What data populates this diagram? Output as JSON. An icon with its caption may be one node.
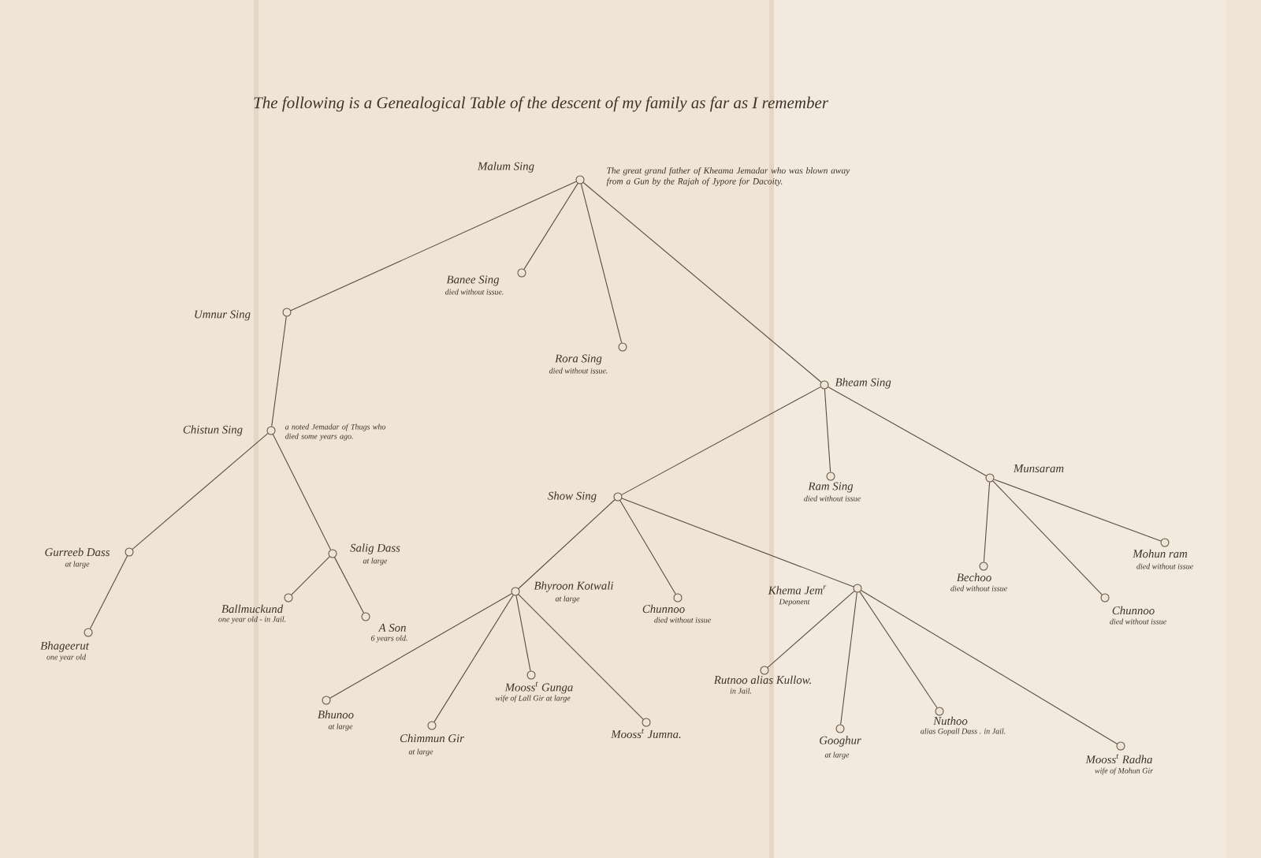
{
  "diagram": {
    "title": "The following is a Genealogical Table of the descent of my family as far as I remember",
    "nodes": [
      {
        "text": [],
        "shape": "circle",
        "beside": [
          "Malum Sing",
          "The great grand father of Kheama Jemadar who was blown away from a Gun by the Rajah of Jypore for Dacoity."
        ]
      },
      {
        "text": [],
        "shape": "circle",
        "beside": [
          "Banee Sing",
          "died without issue."
        ]
      },
      {
        "text": [],
        "shape": "circle",
        "beside": [
          "Rora Sing",
          "died without issue."
        ]
      },
      {
        "text": [],
        "shape": "circle",
        "beside": [
          "Umnur Sing"
        ]
      },
      {
        "text": [],
        "shape": "circle",
        "beside": [
          "Chistun Sing",
          "a noted Jemadar of Thugs who died some years ago."
        ]
      },
      {
        "text": [],
        "shape": "circle",
        "beside": [
          "Gurreeb Dass",
          "at large"
        ]
      },
      {
        "text": [],
        "shape": "circle",
        "beside": [
          "Bhageerut",
          "one year old"
        ]
      },
      {
        "text": [],
        "shape": "circle",
        "beside": [
          "Salig Dass",
          "at large"
        ]
      },
      {
        "text": [],
        "shape": "circle",
        "beside": [
          "Ballmuckund",
          "one year old - in Jail."
        ]
      },
      {
        "text": [],
        "shape": "circle",
        "beside": [
          "A Son",
          "6 years old."
        ]
      },
      {
        "text": [],
        "shape": "circle",
        "beside": [
          "Bheam Sing"
        ]
      },
      {
        "text": [],
        "shape": "circle",
        "beside": [
          "Show Sing"
        ]
      },
      {
        "text": [],
        "shape": "circle",
        "beside": [
          "Ram Sing",
          "died without issue"
        ]
      },
      {
        "text": [],
        "shape": "circle",
        "beside": [
          "Munsaram"
        ]
      },
      {
        "text": [],
        "shape": "circle",
        "beside": [
          "Bechoo",
          "died without issue"
        ]
      },
      {
        "text": [],
        "shape": "circle",
        "beside": [
          "Chunnoo",
          "died without issue"
        ]
      },
      {
        "text": [],
        "shape": "circle",
        "beside": [
          "Mohun ram",
          "died without issue"
        ]
      },
      {
        "text": [],
        "shape": "circle",
        "beside": [
          "Bhyroon Kotwali",
          "at large"
        ]
      },
      {
        "text": [],
        "shape": "circle",
        "beside": [
          "Chunnoo",
          "died without issue"
        ]
      },
      {
        "text": [],
        "shape": "circle",
        "beside": [
          "Khema Jem$^{r}$",
          "Deponent"
        ]
      },
      {
        "text": [],
        "shape": "circle",
        "beside": [
          "Bhunoo",
          "at large"
        ]
      },
      {
        "text": [],
        "shape": "circle",
        "beside": [
          "Chimmun Gir",
          "at large"
        ]
      },
      {
        "text": [],
        "shape": "circle",
        "beside": [
          "Mooss$^{t}$ Gunga",
          "wife of Lall Gir at large"
        ]
      },
      {
        "text": [],
        "shape": "circle",
        "beside": [
          "Mooss$^{t}$ Jumna."
        ]
      },
      {
        "text": [],
        "shape": "circle",
        "beside": [
          "Rutnoo alias Kullow.",
          "in Jail."
        ]
      },
      {
        "text": [],
        "shape": "circle",
        "beside": [
          "Googhur",
          "at large"
        ]
      },
      {
        "text": [],
        "shape": "circle",
        "beside": [
          "Nuthoo",
          "alias Gopall Dass . in Jail."
        ]
      },
      {
        "text": [],
        "shape": "circle",
        "beside": [
          "Mooss$^{t}$ Radha",
          "wife of Mohun Gir"
        ]
      }
    ],
    "edges": [
      {
        "from": 0,
        "to": 3,
        "arrow": "none"
      },
      {
        "from": 0,
        "to": 1,
        "arrow": "none"
      },
      {
        "from": 0,
        "to": 2,
        "arrow": "none"
      },
      {
        "from": 0,
        "to": 10,
        "arrow": "none"
      },
      {
        "from": 3,
        "to": 4,
        "arrow": "none"
      },
      {
        "from": 4,
        "to": 5,
        "arrow": "none"
      },
      {
        "from": 4,
        "to": 7,
        "arrow": "none"
      },
      {
        "from": 5,
        "to": 6,
        "arrow": "none"
      },
      {
        "from": 7,
        "to": 8,
        "arrow": "none"
      },
      {
        "from": 7,
        "to": 9,
        "arrow": "none"
      },
      {
        "from": 10,
        "to": 11,
        "arrow": "none"
      },
      {
        "from": 10,
        "to": 12,
        "arrow": "none"
      },
      {
        "from": 10,
        "to": 13,
        "arrow": "none"
      },
      {
        "from": 13,
        "to": 14,
        "arrow": "none"
      },
      {
        "from": 13,
        "to": 15,
        "arrow": "none"
      },
      {
        "from": 13,
        "to": 16,
        "arrow": "none"
      },
      {
        "from": 11,
        "to": 17,
        "arrow": "none"
      },
      {
        "from": 11,
        "to": 18,
        "arrow": "none"
      },
      {
        "from": 11,
        "to": 19,
        "arrow": "none"
      },
      {
        "from": 17,
        "to": 20,
        "arrow": "none"
      },
      {
        "from": 17,
        "to": 21,
        "arrow": "none"
      },
      {
        "from": 17,
        "to": 22,
        "arrow": "none"
      },
      {
        "from": 17,
        "to": 23,
        "arrow": "none"
      },
      {
        "from": 19,
        "to": 24,
        "arrow": "none"
      },
      {
        "from": 19,
        "to": 25,
        "arrow": "none"
      },
      {
        "from": 19,
        "to": 26,
        "arrow": "none"
      },
      {
        "from": 19,
        "to": 27,
        "arrow": "none"
      }
    ]
  }
}
